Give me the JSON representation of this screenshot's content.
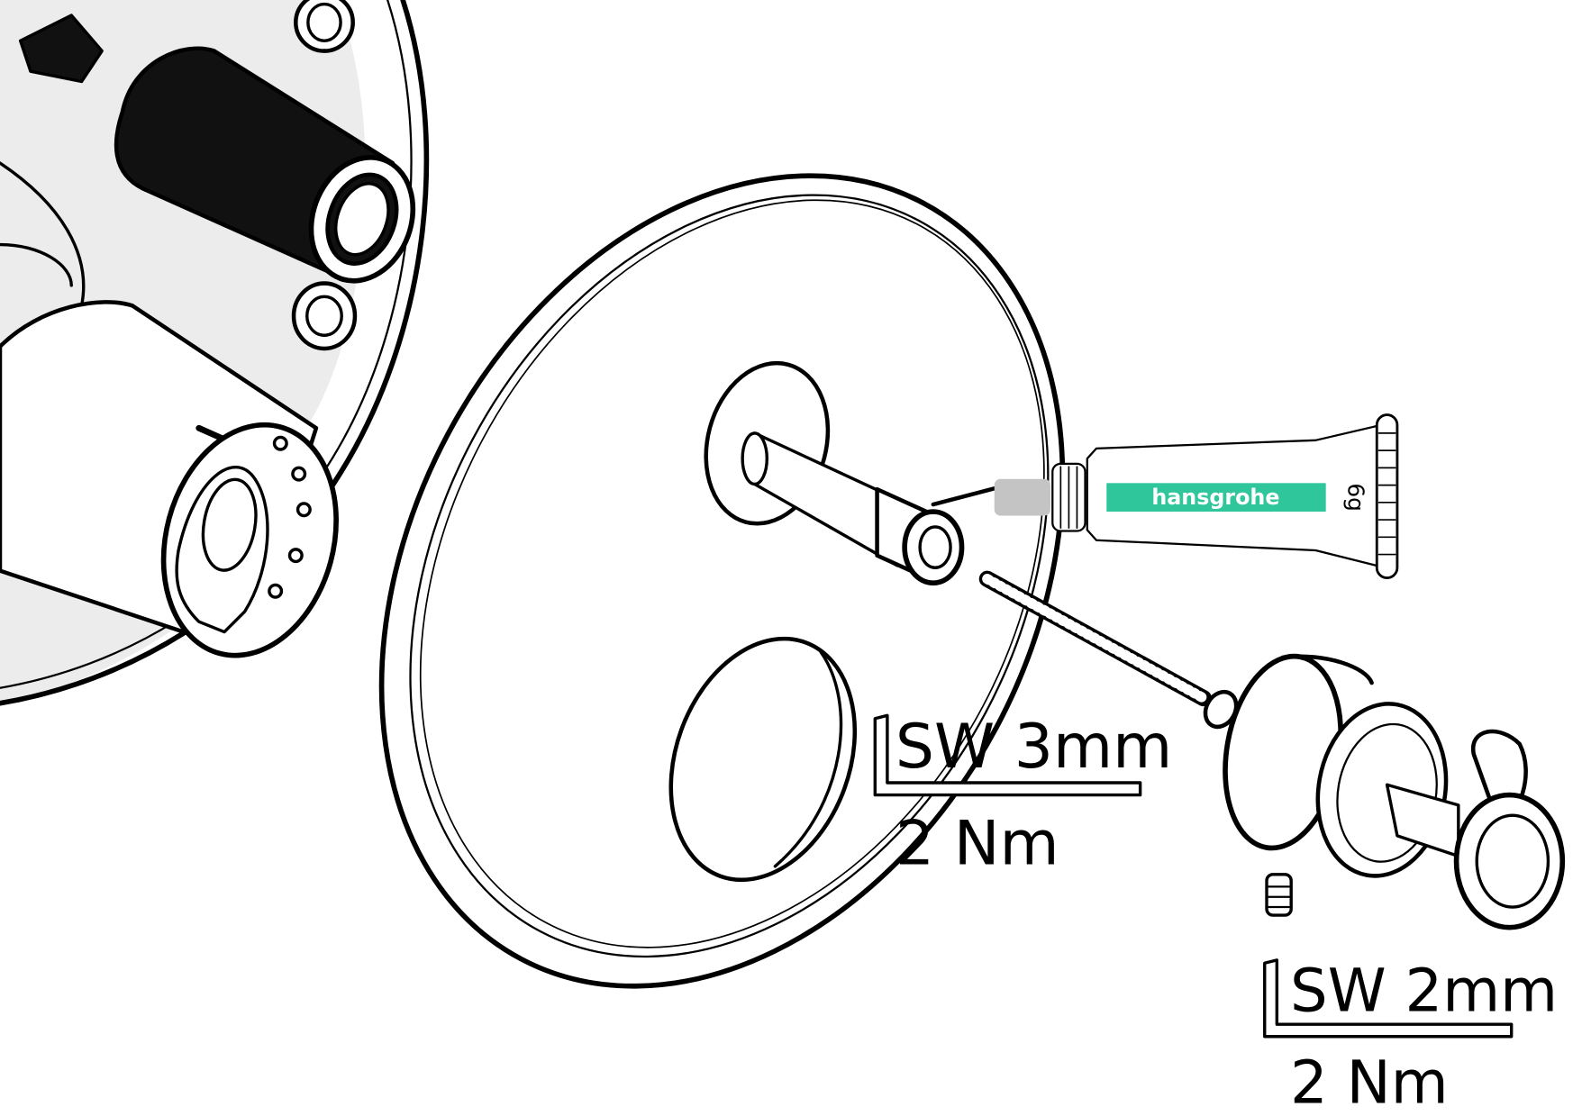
{
  "colors": {
    "brand_green": "#2fc69b",
    "tube_cap": "#c4c4c4",
    "valve_body": "#ececec",
    "line": "#000000"
  },
  "grease_tube": {
    "brand": "hansgrohe",
    "weight": "6g"
  },
  "tools": [
    {
      "key": "SW 3mm",
      "torque": "2 Nm"
    },
    {
      "key": "SW 2mm",
      "torque": "2 Nm"
    }
  ]
}
